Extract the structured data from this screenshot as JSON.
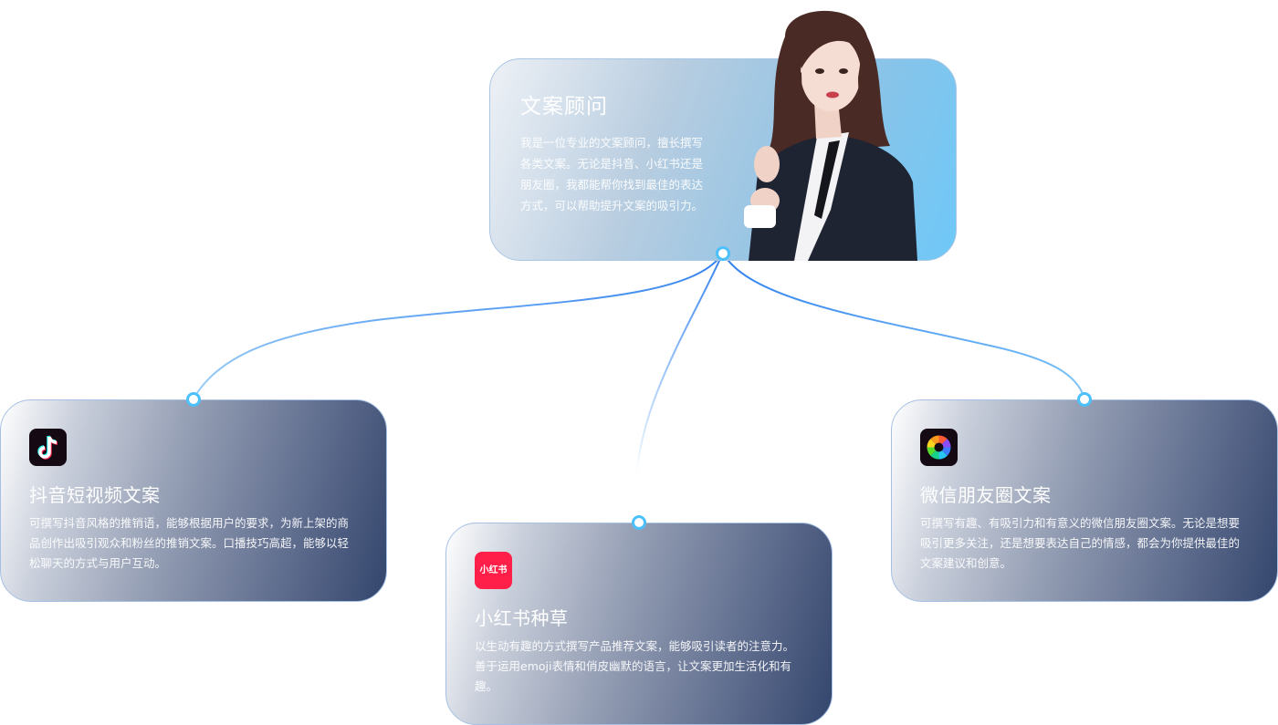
{
  "root": {
    "title": "文案顾问",
    "description": "我是一位专业的文案顾问，擅长撰写各类文案。无论是抖音、小红书还是朋友圈，我都能帮你找到最佳的表达方式，可以帮助提升文案的吸引力。",
    "portrait": "professional-woman-avatar"
  },
  "children": [
    {
      "title": "抖音短视频文案",
      "description": "可撰写抖音风格的推销语，能够根据用户的要求，为新上架的商品创作出吸引观众和粉丝的推销文案。口播技巧高超，能够以轻松聊天的方式与用户互动。",
      "icon": "douyin-icon",
      "icon_bg": "#150a14"
    },
    {
      "title": "小红书种草",
      "description": "以生动有趣的方式撰写产品推荐文案，能够吸引读者的注意力。善于运用emoji表情和俏皮幽默的语言，让文案更加生活化和有趣。",
      "icon": "xiaohongshu-icon",
      "icon_label": "小红书",
      "icon_bg": "#ff1f48"
    },
    {
      "title": "微信朋友圈文案",
      "description": "可撰写有趣、有吸引力和有意义的微信朋友圈文案。无论是想要吸引更多关注，还是想要表达自己的情感，都会为你提供最佳的文案建议和创意。",
      "icon": "wechat-moments-icon",
      "icon_bg": "#150a14"
    }
  ],
  "colors": {
    "connector": "#2f83ee",
    "dot_ring": "#4cc0fb",
    "root_accent": "#6ec8f8",
    "child_dark": "#34466d"
  }
}
